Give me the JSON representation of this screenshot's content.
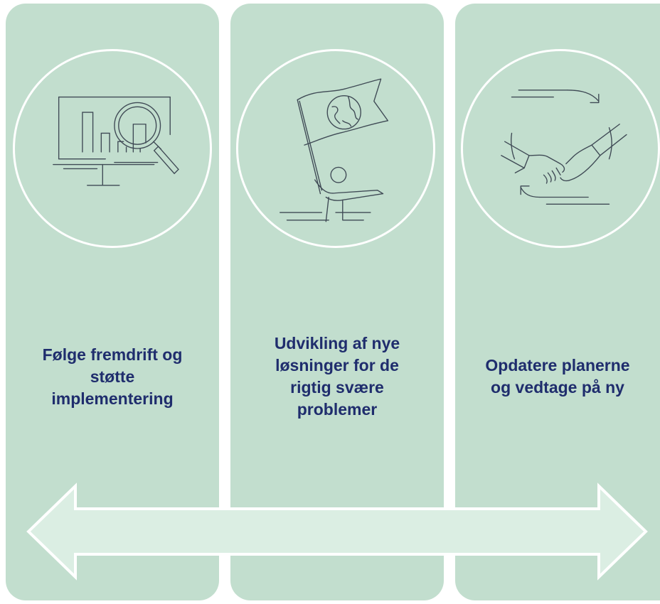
{
  "colors": {
    "column_fill": "#c2dece",
    "arrow_fill": "#dbeee3",
    "arrow_stroke": "#ffffff",
    "label_text": "#1f2d6d",
    "icon_stroke": "#3f4a55"
  },
  "steps": [
    {
      "label": "Følge fremdrift og\nstøtte\nimplementering",
      "icon": "monitor-chart-magnifier-icon"
    },
    {
      "label": "Udvikling af nye\nløsninger for de\nrigtig svære\nproblemer",
      "icon": "person-with-globe-flag-icon"
    },
    {
      "label": "Opdatere planerne\nog vedtage på ny",
      "icon": "handshake-cycle-icon"
    }
  ],
  "arrow": {
    "type": "double-headed-horizontal-arrow"
  }
}
